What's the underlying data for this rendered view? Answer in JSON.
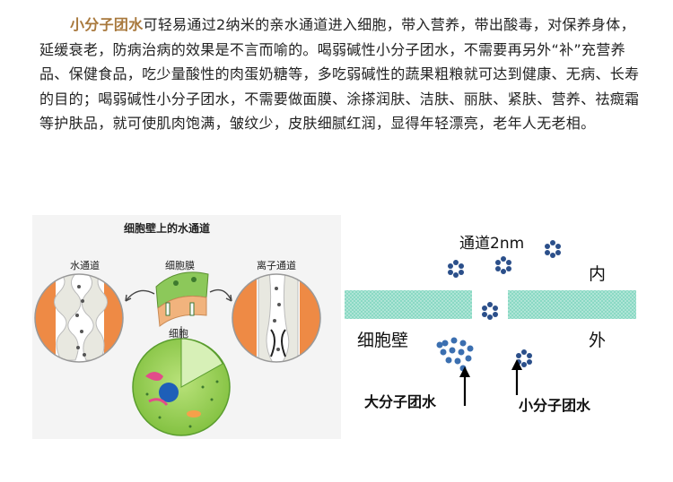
{
  "paragraph": {
    "highlight": "小分子团水",
    "body": "可轻易通过2纳米的亲水通道进入细胞，带入营养，带出酸毒，对保养身体，延缓衰老，防病治病的效果是不言而喻的。喝弱碱性小分子团水，不需要再另外“补”充营养品、保健食品，吃少量酸性的肉蛋奶糖等，多吃弱碱性的蔬果粗粮就可达到健康、无病、长寿的目的；喝弱碱性小分子团水，不需要做面膜、涂搽润肤、洁肤、丽肤、紧肤、营养、祛癍霜等护肤品，就可使肌肉饱满，皱纹少，皮肤细腻红润，显得年轻漂亮，老年人无老相。"
  },
  "left_figure": {
    "title": "细胞壁上的水通道",
    "label_water_channel": "水通道",
    "label_cell_membrane": "细胞膜",
    "label_ion_channel": "离子通道",
    "label_cell": "细胞"
  },
  "right_figure": {
    "channel_label": "通道2nm",
    "inside_label": "内",
    "outside_label": "外",
    "cell_wall_label": "细胞壁",
    "large_cluster_label": "大分子团水",
    "small_cluster_label": "小分子团水"
  },
  "colors": {
    "highlight": "#a8783c",
    "membrane_orange": "#ee8a45",
    "cell_green": "#9acd5a",
    "wall_teal": "#7fd3bf",
    "molecule_blue": "#2b4f8a"
  }
}
